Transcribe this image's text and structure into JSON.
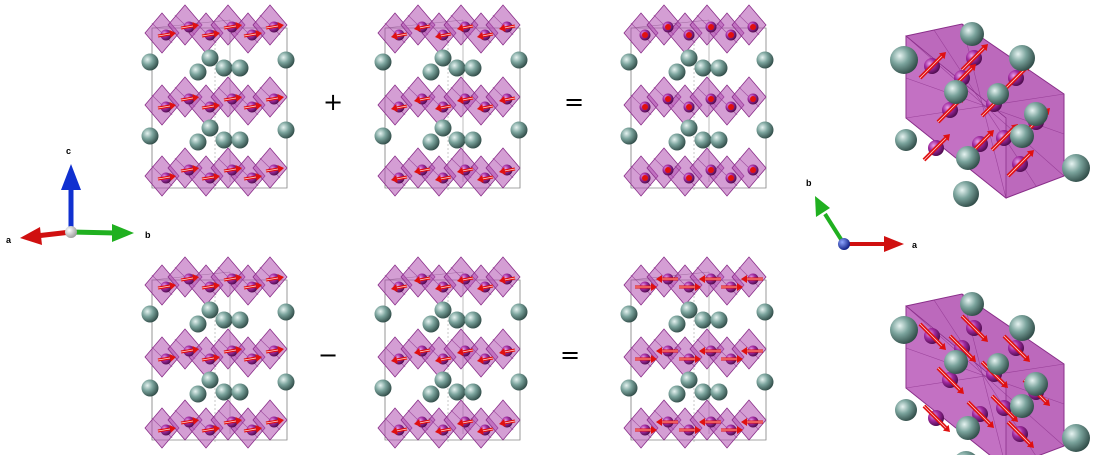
{
  "operators": {
    "top_plus": "+",
    "top_equals": "=",
    "bottom_minus": "−",
    "bottom_equals": "="
  },
  "axes_side_view": {
    "a": "a",
    "b": "b",
    "c": "c"
  },
  "axes_top_view": {
    "a": "a",
    "b": "b"
  },
  "colors": {
    "octahedron_fill": "#b04fb0",
    "octahedron_edge": "#8a2f8a",
    "magnetic_atom": "#8a1f8a",
    "spacer_atom": "#6f9a93",
    "spin_arrow": "#e01010",
    "cell_line": "#909090",
    "axis_a": "#d01010",
    "axis_b": "#20b020",
    "axis_c": "#1030d0"
  },
  "panels": [
    {
      "name": "structure-top-1",
      "spin_mode": "right"
    },
    {
      "name": "structure-top-2",
      "spin_mode": "left"
    },
    {
      "name": "structure-top-3",
      "spin_mode": "cancel"
    },
    {
      "name": "structure-bottom-1",
      "spin_mode": "right"
    },
    {
      "name": "structure-bottom-2",
      "spin_mode": "left"
    },
    {
      "name": "structure-bottom-3",
      "spin_mode": "double"
    }
  ],
  "top_views": [
    {
      "name": "topview-upper",
      "spin_mode": "up-right"
    },
    {
      "name": "topview-lower",
      "spin_mode": "down-right"
    }
  ]
}
